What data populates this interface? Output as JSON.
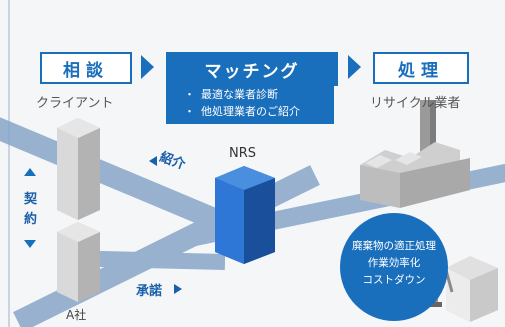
{
  "steps": [
    {
      "label": "相談",
      "caption": "クライアント"
    },
    {
      "label": "マッチング",
      "bullets": [
        "最適な業者診断",
        "他処理業者のご紹介"
      ]
    },
    {
      "label": "処理",
      "caption": "リサイクル業者"
    }
  ],
  "center_label": "NRS",
  "road_labels": {
    "introduce": "紹介",
    "consent": "承諾",
    "contract_chars": [
      "契",
      "約"
    ]
  },
  "company_label": "A社",
  "benefits": [
    "廃棄物の適正処理",
    "作業効率化",
    "コストダウン"
  ],
  "colors": {
    "accent": "#1a6fbd",
    "road": "#7f9fc4"
  }
}
